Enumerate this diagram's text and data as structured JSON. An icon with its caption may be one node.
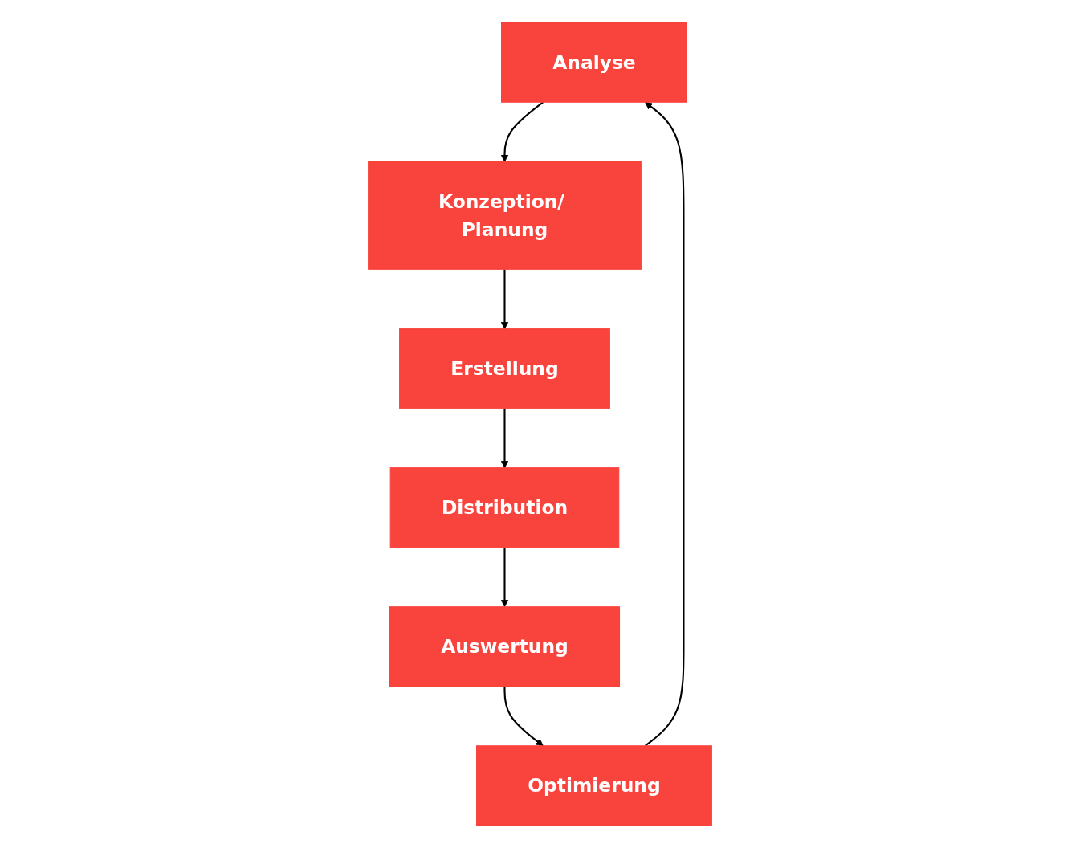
{
  "diagram": {
    "nodes": [
      {
        "text": [
          "Analyse"
        ]
      },
      {
        "text": [
          "Konzeption/ Planung"
        ]
      },
      {
        "text": [
          "Erstellung"
        ]
      },
      {
        "text": [
          "Distribution"
        ]
      },
      {
        "text": [
          "Auswertung"
        ]
      },
      {
        "text": [
          "Optimierung"
        ]
      }
    ],
    "edges": [
      {
        "from": 0,
        "to": 1,
        "arrow": "to"
      },
      {
        "from": 1,
        "to": 2,
        "arrow": "to"
      },
      {
        "from": 2,
        "to": 3,
        "arrow": "to"
      },
      {
        "from": 3,
        "to": 4,
        "arrow": "to"
      },
      {
        "from": 4,
        "to": 5,
        "arrow": "to"
      },
      {
        "from": 5,
        "to": 0,
        "arrow": "to"
      }
    ]
  }
}
